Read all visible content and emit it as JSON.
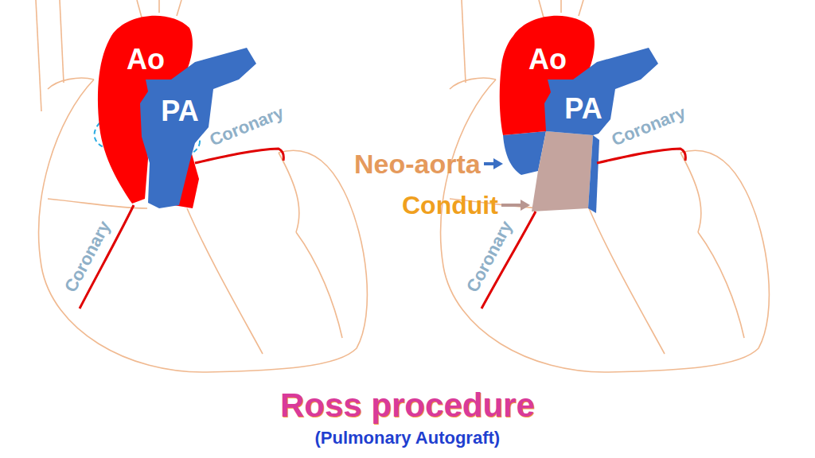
{
  "diagram": {
    "title": "Ross procedure",
    "caption": "(Pulmonary Autograft)",
    "nodes": [
      {
        "text": [
          "Ao"
        ]
      },
      {
        "text": [
          "PA"
        ]
      },
      {
        "text": [
          "Ao"
        ]
      },
      {
        "text": [
          "PA"
        ]
      }
    ],
    "labels": [
      "Coronary",
      "Coronary",
      "Neo-aorta",
      "Conduit",
      "Coronary",
      "Coronary"
    ]
  }
}
